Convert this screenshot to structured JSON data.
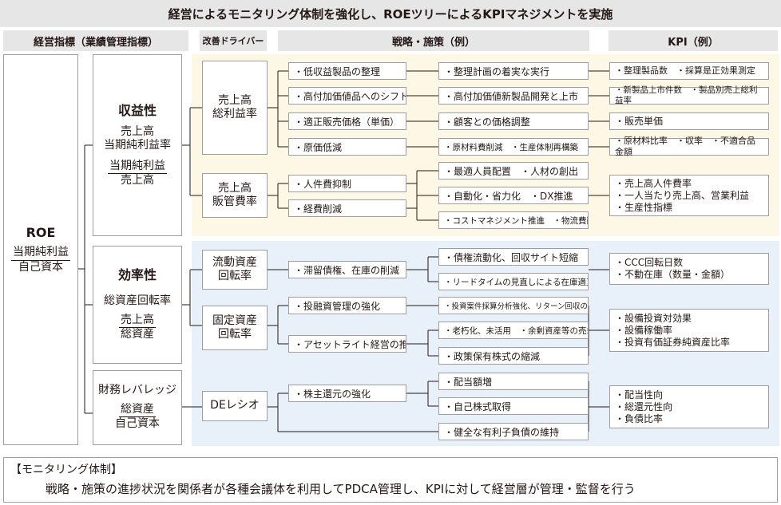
{
  "title": "経営によるモニタリング体制を強化し、ROEツリーによるKPIマネジメントを実施",
  "headers": {
    "indicators": "経営指標（業績管理指標）",
    "drivers": "改善ドライバー",
    "strategies": "戦略・施策（例）",
    "kpi": "KPI（例）"
  },
  "roe": {
    "label": "ROE",
    "numerator": "当期純利益",
    "denominator": "自己資本"
  },
  "categories": {
    "profitability": {
      "name": "収益性",
      "line1": "売上高",
      "line2": "当期純利益率",
      "numerator": "当期純利益",
      "denominator": "売上高"
    },
    "efficiency": {
      "name": "効率性",
      "line1": "総資産回転率",
      "numerator": "売上高",
      "denominator": "総資産"
    },
    "leverage": {
      "line1": "財務レバレッジ",
      "numerator": "総資産",
      "denominator": "自己資本"
    }
  },
  "drivers": {
    "gross_margin": {
      "l1": "売上高",
      "l2": "総利益率"
    },
    "sga_ratio": {
      "l1": "売上高",
      "l2": "販管費率"
    },
    "current_turnover": {
      "l1": "流動資産",
      "l2": "回転率"
    },
    "fixed_turnover": {
      "l1": "固定資産",
      "l2": "回転率"
    },
    "de_ratio": {
      "l1": "DEレシオ"
    }
  },
  "strategies_mid": [
    "・低収益製品の整理",
    "・高付加価値品へのシフト",
    "・適正販売価格（単価）",
    "・原価低減",
    "・人件費抑制",
    "・経費削減",
    "・滞留債権、在庫の削減",
    "・投融資管理の強化",
    "・アセットライト経営の推進",
    "・株主還元の強化"
  ],
  "strategies_right": [
    "・整理計画の着実な実行",
    "・高付加価値新製品開発と上市",
    "・顧客との価格調整",
    "・原材料費削減　・生産体制再構築",
    "・最適人員配置　・人材の創出",
    "・自動化・省力化　・DX推進",
    "・コストマネジメント推進　・物流費削減",
    "・債権流動化、回収サイト短縮",
    "・リードタイムの見直しによる在庫適正化",
    "・投資案件採算分析強化、リターン回収の加速",
    "・老朽化、未活用　・余剰資産等の売却",
    "・政策保有株式の縮減",
    "・配当額増",
    "・自己株式取得",
    "・健全な有利子負債の維持"
  ],
  "kpis": {
    "k1": [
      "・整理製品数　・採算是正効果測定"
    ],
    "k2": [
      "・新製品上市件数　・製品別売上総利益率"
    ],
    "k3": [
      "・販売単価"
    ],
    "k4": [
      "・原材料比率　・収率　・不適合品金額"
    ],
    "k5": [
      "・売上高人件費率",
      "・一人当たり売上高、営業利益",
      "・生産性指標"
    ],
    "k6": [
      "・CCC回転日数",
      "・不動在庫（数量・金額）"
    ],
    "k7": [
      "・設備投資対効果",
      "・設備稼働率",
      "・投資有価証券純資産比率"
    ],
    "k8": [
      "・配当性向",
      "・総還元性向",
      "・負債比率"
    ]
  },
  "footer": {
    "heading": "【モニタリング体制】",
    "text": "戦略・施策の進捗状況を関係者が各種会議体を利用してPDCA管理し、KPIに対して経営層が管理・監督を行う"
  },
  "colors": {
    "header_gray": "#e6e6e6",
    "profit_zone": "#fdf8e5",
    "efficiency_zone": "#e8f1fa",
    "line": "#231815"
  }
}
